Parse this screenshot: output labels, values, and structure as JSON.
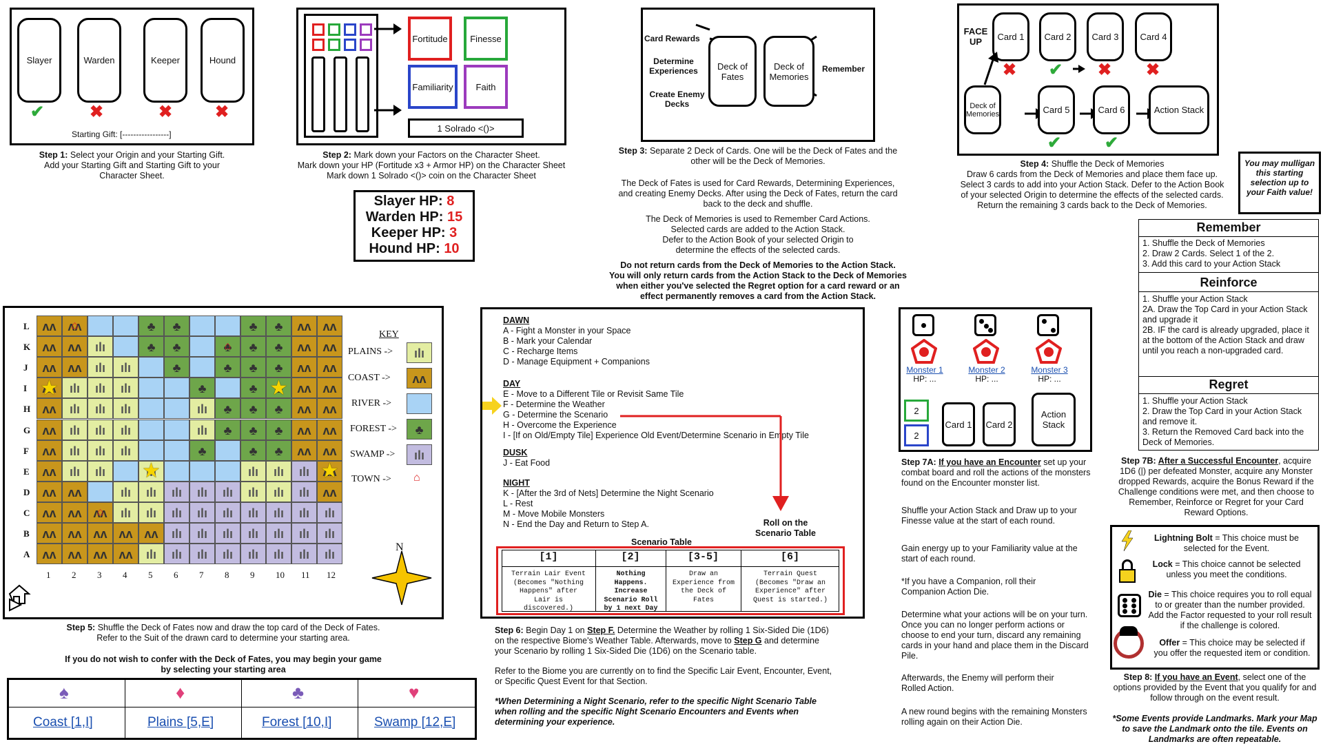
{
  "step1": {
    "origins": [
      "Slayer",
      "Warden",
      "Keeper",
      "Hound"
    ],
    "gift": "Starting Gift: [-----------------]",
    "caption_bold": "Step 1:",
    "caption": " Select your Origin and your Starting Gift.",
    "caption2": "Add your Starting Gift and Starting Gift to your",
    "caption3": "Character Sheet."
  },
  "step2": {
    "factors": [
      "Fortitude",
      "Finesse",
      "Familiarity",
      "Faith"
    ],
    "coin": "1 Solrado <()>",
    "caption_bold": "Step 2:",
    "caption": " Mark down your Factors on the Character Sheet.",
    "caption2": "Mark down your HP (Fortitude x3 + Armor HP) on the Character Sheet",
    "caption3": "Mark down 1 Solrado <()> coin on the Character Sheet",
    "hp": [
      {
        "name": "Slayer HP: ",
        "value": "8"
      },
      {
        "name": "Warden HP: ",
        "value": "15"
      },
      {
        "name": "Keeper HP: ",
        "value": "3"
      },
      {
        "name": "Hound HP: ",
        "value": "10"
      }
    ]
  },
  "step3": {
    "left_labels": [
      "Card Rewards",
      "Determine Experiences",
      "Create Enemy Decks"
    ],
    "deck1": "Deck of Fates",
    "deck2": "Deck of Memories",
    "right_label": "Remember",
    "caption_bold": "Step 3:",
    "caption": " Separate 2 Deck of Cards. One will be the Deck of Fates and the",
    "caption2": "other will be the Deck of Memories.",
    "p1": "The Deck of Fates is used for Card Rewards, Determining Experiences,",
    "p1b": "and creating Enemy Decks. After using the Deck of Fates, return the card",
    "p1c": "back to the deck and shuffle.",
    "p2": "The Deck of Memories is used to Remember Card Actions.",
    "p2b": "Selected cards are added to the Action Stack.",
    "p2c": "Defer to the Action Book of your selected Origin to",
    "p2d": "determine the effects of the selected cards.",
    "bold1": "Do not return cards from the Deck of Memories to the Action Stack.",
    "bold2": "You will only return cards from the Action Stack to the Deck of Memories",
    "bold3": "when either you've selected the Regret option for a card reward or an",
    "bold4": "effect permanently removes a card from the Action Stack."
  },
  "step4": {
    "face_up": "FACE UP",
    "cards": [
      "Card 1",
      "Card 2",
      "Card 3",
      "Card 4"
    ],
    "deck": "Deck of Memories",
    "cards2": [
      "Card 5",
      "Card 6"
    ],
    "stack": "Action Stack",
    "caption_bold": "Step 4:",
    "caption": " Shuffle the Deck of Memories",
    "c2": "Draw 6 cards from the Deck of Memories and place them face up.",
    "c3": "Select 3 cards to add into your Action Stack. Defer to the Action Book",
    "c4": "of your selected Origin to determine the effects of the selected cards.",
    "c5": "Return the remaining 3 cards back to the Deck of Memories.",
    "mulligan": "You may mulligan this starting selection up to your Faith value!"
  },
  "options": {
    "remember_title": "Remember",
    "remember": [
      "1. Shuffle the Deck of Memories",
      "2. Draw 2 Cards. Select 1 of the 2.",
      "3. Add this card to your Action Stack"
    ],
    "reinforce_title": "Reinforce",
    "reinforce": [
      "1. Shuffle your Action Stack",
      "2A. Draw the Top Card in your Action Stack and upgrade it",
      "2B. IF the card is already upgraded, place it at the bottom of the Action Stack and draw until you reach a non-upgraded card."
    ],
    "regret_title": "Regret",
    "regret": [
      "1. Shuffle your Action Stack",
      "2. Draw the Top Card in your Action Stack and remove it.",
      "3. Return the Removed Card back into the Deck of Memories."
    ]
  },
  "step7b": {
    "bold": "Step 7B: ",
    "ul": "After a Successful Encounter",
    "t": ", acquire 1D6 (|) per defeated Monster, acquire any Monster dropped Rewards, acquire the Bonus Reward if the Challenge conditions were met, and then choose to Remember, Reinforce or Regret for your Card Reward Options."
  },
  "map": {
    "rows": [
      "L",
      "K",
      "J",
      "I",
      "H",
      "G",
      "F",
      "E",
      "D",
      "C",
      "B",
      "A"
    ],
    "cols": [
      "1",
      "2",
      "3",
      "4",
      "5",
      "6",
      "7",
      "8",
      "9",
      "10",
      "11",
      "12"
    ],
    "key_title": "KEY",
    "key": [
      "PLAINS ->",
      "COAST ->",
      "RIVER ->",
      "FOREST ->",
      "SWAMP ->",
      "TOWN ->"
    ],
    "north": "N"
  },
  "step5": {
    "bold": "Step 5:",
    "t": " Shuffle the Deck of Fates now and draw the top card of the Deck of Fates.",
    "t2": "Refer to the Suit of the drawn card to determine your starting area.",
    "b2": "If you do not wish to confer with the Deck of Fates, you may begin your game",
    "b3": "by selecting your starting area",
    "areas": [
      "Coast [1,I]",
      "Plains [5,E]",
      "Forest [10,I]",
      "Swamp [12,E]"
    ]
  },
  "step6": {
    "dawn": "DAWN",
    "dawn_items": [
      "A - Fight a Monster in your Space",
      "B - Mark your Calendar",
      "C - Recharge Items",
      "D - Manage Equipment + Companions"
    ],
    "day": "DAY",
    "day_items": [
      "E - Move to a Different Tile or Revisit Same Tile",
      "F - Determine the Weather",
      "G - Determine the Scenario",
      "H - Overcome the Experience",
      "I - [If on Old/Empty Tile] Experience Old Event/Determine Scenario in Empty Tile"
    ],
    "dusk": "DUSK",
    "dusk_items": [
      "J - Eat Food"
    ],
    "night": "NIGHT",
    "night_items": [
      "K - [After the 3rd of Nets] Determine the Night Scenario",
      "L - Rest",
      "M - Move Mobile Monsters",
      "N - End the Day and Return to Step A."
    ],
    "roll": "Roll on the Scenario Table",
    "table_title": "Scenario Table",
    "table_heads": [
      "[1]",
      "[2]",
      "[3-5]",
      "[6]"
    ],
    "table_cells": [
      "Terrain Lair Event (Becomes \"Nothing Happens\" after Lair is discovered.)",
      "Nothing Happens. Increase Scenario Roll by 1 next Day",
      "Draw an Experience from the Deck of Fates",
      "Terrain Quest (Becomes \"Draw an Experience\" after Quest is started.)"
    ],
    "c1b": "Step 6:",
    "c1": " Begin Day 1 on ",
    "c1u": "Step F.",
    "c1t": " Determine the Weather by rolling 1 Six-Sided Die (1D6)",
    "c2": "on the respective Biome's Weather Table. Afterwards, move to ",
    "c2u": "Step G",
    "c2t": " and determine",
    "c3": "your Scenario by rolling 1 Six-Sided Die (1D6) on the Scenario table.",
    "c4": "Refer to the Biome you are currently on to find the Specific Lair Event, Encounter, Event,",
    "c5": "or Specific Quest Event for that Section.",
    "c6": "*When Determining a Night Scenario, refer to the specific Night Scenario Table",
    "c7": "when rolling and the specific Night Scenario Encounters and Events when",
    "c8": "determining your experience."
  },
  "step7a": {
    "monsters": [
      "Monster 1",
      "Monster 2",
      "Monster 3"
    ],
    "hp": "HP: ...",
    "boxes": [
      "2",
      "2"
    ],
    "cards": [
      "Card 1",
      "Card 2"
    ],
    "stack": "Action Stack",
    "bold": "Step 7A: ",
    "ul": "If you have an Encounter",
    "t": " set up your combat board and roll the actions of the monsters found on the Encounter monster list.",
    "p1": "Shuffle your Action Stack and Draw up to your Finesse value at the start of each round.",
    "p2": "Gain energy up to your Familiarity value at the start of each round.",
    "p3": "*If you have a Companion, roll their Companion Action Die.",
    "p4": "Determine what your actions will be on your turn. Once you can no longer perform actions or choose to end your turn, discard any remaining cards in your hand and place them in the Discard Pile.",
    "p5": "Afterwards, the Enemy will perform their Rolled Action.",
    "p6": "A new round begins with the remaining Monsters rolling again on their Action Die."
  },
  "step8": {
    "items": [
      {
        "b": "Lightning Bolt",
        "t": " = This choice must be selected for the Event."
      },
      {
        "b": "Lock",
        "t": " = This choice cannot be selected unless you meet the conditions."
      },
      {
        "b": "Die",
        "t": " = This choice requires you to roll equal to or greater than the number provided. Add the Factor requested to your roll result if the challenge is colored."
      },
      {
        "b": "Offer",
        "t": " = This choice may be selected if you offer the requested item or condition."
      }
    ],
    "bold": "Step 8: ",
    "ul": "If you have an Event",
    "t": ", select one of the options provided by the Event that you qualify for and follow through on the event result.",
    "note": "*Some Events provide Landmarks. Mark your Map to save the Landmark onto the tile. Events on Landmarks are often repeatable."
  }
}
